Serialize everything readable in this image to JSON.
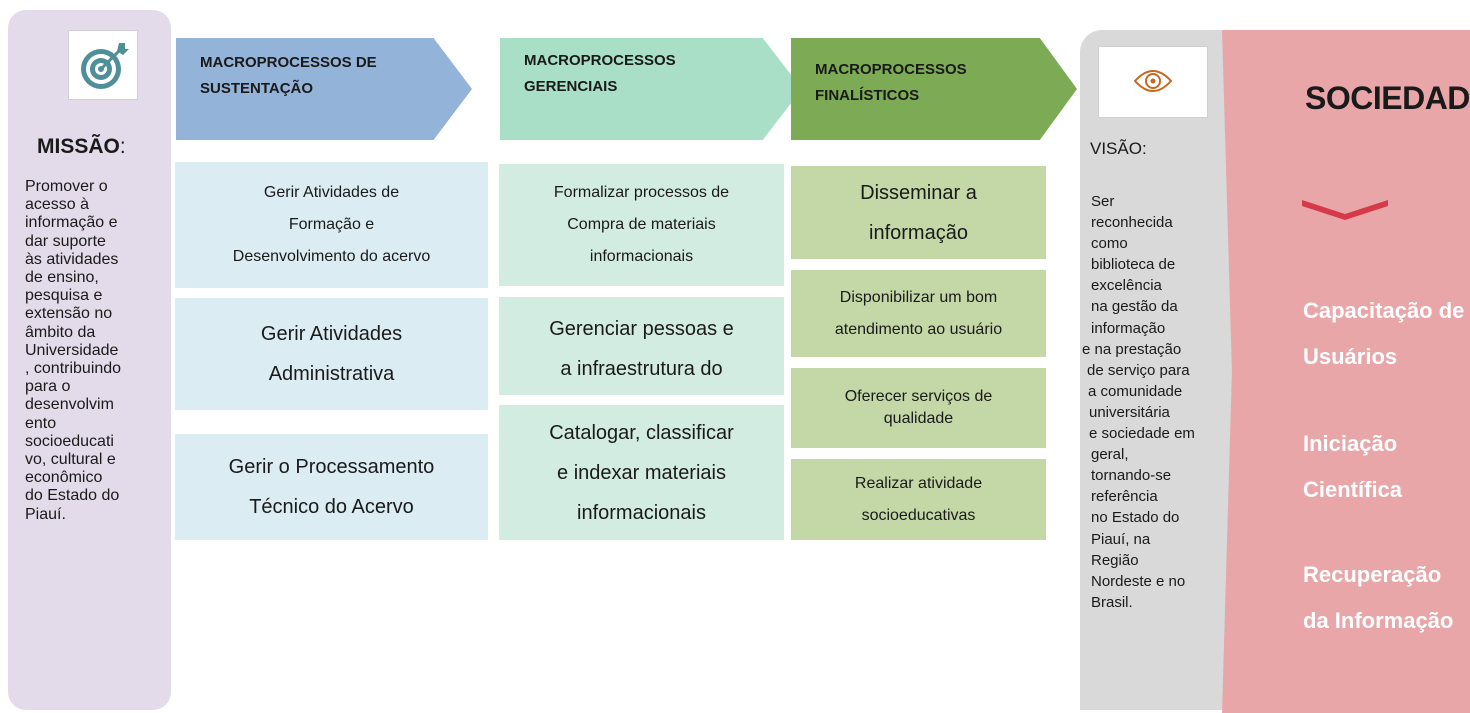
{
  "mission": {
    "title": "MISSÃO",
    "title_suffix": ":",
    "icon": "target-icon",
    "text": "Promover o\nacesso à\ninformação e\ndar suporte\nàs atividades\nde ensino,\npesquisa e\nextensão no\nâmbito da\nUniversidade\n, contribuindo\npara o\ndesenvolvim\nento\nsocioeducati\nvo, cultural e\neconômico\ndo  Estado do\nPiauí."
  },
  "columns": [
    {
      "header": "MACROPROCESSOS DE\nSUSTENTAÇÃO",
      "color": "#94b3d8",
      "boxes": [
        "Gerir Atividades de\nFormação e\nDesenvolvimento do acervo",
        "Gerir Atividades\nAdministrativa",
        "Gerir o Processamento\nTécnico do Acervo"
      ]
    },
    {
      "header": "MACROPROCESSOS\nGERENCIAIS",
      "color": "#a9dfc7",
      "boxes": [
        "Formalizar processos de\nCompra de materiais\ninformacionais",
        "Gerenciar pessoas e\na infraestrutura do",
        "Catalogar, classificar\ne indexar materiais\ninformacionais"
      ]
    },
    {
      "header": "MACROPROCESSOS\nFINALÍSTICOS",
      "color": "#7daa55",
      "boxes": [
        "Disseminar a\ninformação",
        "Disponibilizar um bom\natendimento ao usuário",
        "Oferecer serviços de\nqualidade",
        "Realizar atividade\nsocioeducativas"
      ]
    }
  ],
  "vision": {
    "title": "VISÃO:",
    "icon": "eye-icon",
    "lines": [
      "Ser",
      "reconhecida",
      "como",
      "biblioteca de",
      "excelência",
      "na gestão da",
      "informação",
      "e na prestação",
      "de serviço para",
      "a comunidade",
      "universitária",
      "e sociedade em",
      "geral,",
      "tornando-se",
      "referência",
      "no Estado do",
      "Piauí, na",
      "Região",
      "Nordeste e no",
      "Brasil."
    ]
  },
  "sociedade": {
    "title": "SOCIEDADE",
    "icon": "chevron-down-icon",
    "items": [
      "Capacitação de\nUsuários",
      "Iniciação\nCientífica",
      "Recuperação\nda Informação"
    ]
  },
  "colors": {
    "mission_bg": "#e3dbea",
    "vision_bg": "#d9d9d9",
    "sociedade_bg": "#e9a6a9",
    "chevron": "#d63a4a",
    "icon_teal": "#4f8f98",
    "eye_orange": "#c9671f"
  }
}
